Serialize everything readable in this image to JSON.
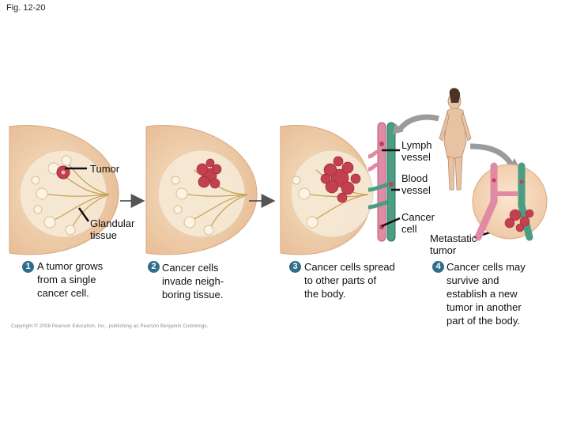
{
  "figure_label": "Fig. 12-20",
  "labels": {
    "tumor": "Tumor",
    "glandular_tissue": "Glandular\ntissue",
    "lymph_vessel": "Lymph\nvessel",
    "blood_vessel": "Blood\nvessel",
    "cancer_cell": "Cancer\ncell",
    "metastatic_tumor": "Metastatic\ntumor"
  },
  "steps": [
    {
      "number": "1",
      "text": "A tumor grows\nfrom a single\ncancer cell."
    },
    {
      "number": "2",
      "text": "Cancer cells\ninvade neigh-\nboring tissue."
    },
    {
      "number": "3",
      "text": "Cancer cells spread\nto other parts of\nthe body."
    },
    {
      "number": "4",
      "text": "Cancer cells may\nsurvive and\nestablish a new\ntumor in another\npart of the body."
    }
  ],
  "copyright": "Copyright © 2008 Pearson Education, Inc., publishing as Pearson Benjamin Cummings.",
  "colors": {
    "skin": "#f2d2b0",
    "tissue": "#f6ead6",
    "tumor": "#c2404f",
    "lymph": "#e08aa6",
    "blood": "#4b9e83",
    "badge": "#2f6e8a",
    "arrow": "#8a8a8a"
  }
}
